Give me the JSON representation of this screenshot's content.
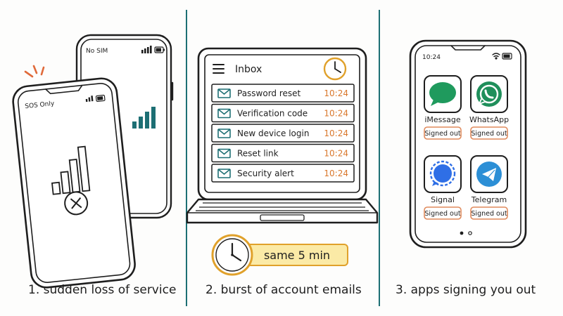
{
  "panels": [
    {
      "caption": "1. sudden loss of service",
      "back_phone": {
        "status": "No SIM"
      },
      "front_phone": {
        "status": "SOS Only"
      }
    },
    {
      "caption": "2. burst of account emails",
      "inbox": {
        "title": "Inbox",
        "emails": [
          {
            "subject": "Password reset",
            "time": "10:24"
          },
          {
            "subject": "Verification code",
            "time": "10:24"
          },
          {
            "subject": "New device login",
            "time": "10:24"
          },
          {
            "subject": "Reset link",
            "time": "10:24"
          },
          {
            "subject": "Security alert",
            "time": "10:24"
          }
        ]
      },
      "banner": "same 5 min"
    },
    {
      "caption": "3. apps signing you out",
      "phone": {
        "time": "10:24",
        "apps": [
          {
            "name": "iMessage",
            "status": "Signed out",
            "icon": "imessage-icon"
          },
          {
            "name": "WhatsApp",
            "status": "Signed out",
            "icon": "whatsapp-icon"
          },
          {
            "name": "Signal",
            "status": "Signed out",
            "icon": "signal-icon"
          },
          {
            "name": "Telegram",
            "status": "Signed out",
            "icon": "telegram-icon"
          }
        ]
      }
    }
  ],
  "colors": {
    "ink": "#1e1e1e",
    "teal": "#1d6f74",
    "accent_orange": "#d9772b",
    "banner_fill": "#fbeaa6",
    "clock_ring": "#e0a12b",
    "imessage_green": "#1f9a5d",
    "whatsapp_green": "#1f8f5b",
    "signal_blue": "#2f6fe6",
    "telegram_blue": "#2c8fd6",
    "badge_border": "#e08a5c",
    "signal_bars_teal": "#1d6f74"
  }
}
